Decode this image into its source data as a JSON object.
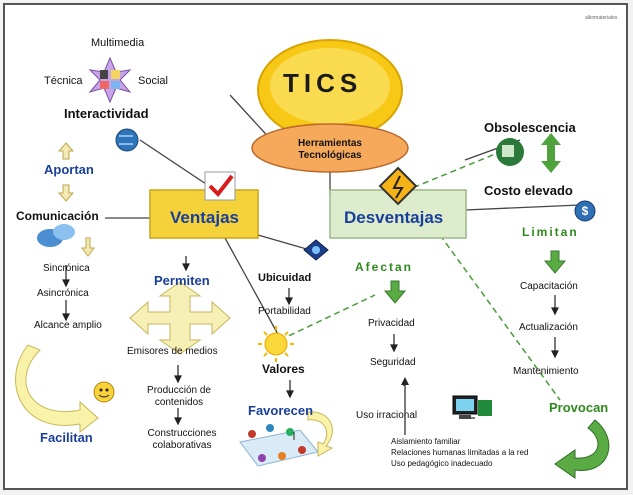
{
  "watermark": "alkomateriales",
  "center": {
    "title": "TICS",
    "subtitle": "Herramientas Tecnológicas"
  },
  "ventajas": {
    "label": "Ventajas",
    "interactividad": "Interactividad",
    "multimedia": "Multimedia",
    "tecnica": "Técnica",
    "social": "Social",
    "aportan": "Aportan",
    "comunicacion": "Comunicación",
    "sincronica": "Sincrónica",
    "asincronica": "Asincrónica",
    "alcance": "Alcance amplio",
    "facilitan": "Facilitan",
    "permiten": "Permiten",
    "emisores": "Emisores de medios",
    "produccion": "Producción de contenidos",
    "construcciones": "Construcciones colaborativas",
    "ubicuidad": "Ubicuidad",
    "portabilidad": "Portabilidad",
    "valores": "Valores",
    "favorecen": "Favorecen"
  },
  "desventajas": {
    "label": "Desventajas",
    "obsolescencia": "Obsolescencia",
    "costo": "Costo elevado",
    "limitan": "Limitan",
    "capacitacion": "Capacitación",
    "actualizacion": "Actualización",
    "mantenimiento": "Mantenimiento",
    "afectan": "Afectan",
    "privacidad": "Privacidad",
    "seguridad": "Seguridad",
    "uso_irracional": "Uso irracional",
    "provocan": "Provocan",
    "effects": [
      "Aislamiento familiar",
      "Relaciones humanas limitadas a la red",
      "Uso pedagógico inadecuado"
    ]
  },
  "colors": {
    "ventajas_box": "#f5d23a",
    "desventajas_box": "#dceccd",
    "blue_text": "#1a3f9a",
    "green_text": "#2f8a1c",
    "tics_oval": "#f7c815"
  }
}
